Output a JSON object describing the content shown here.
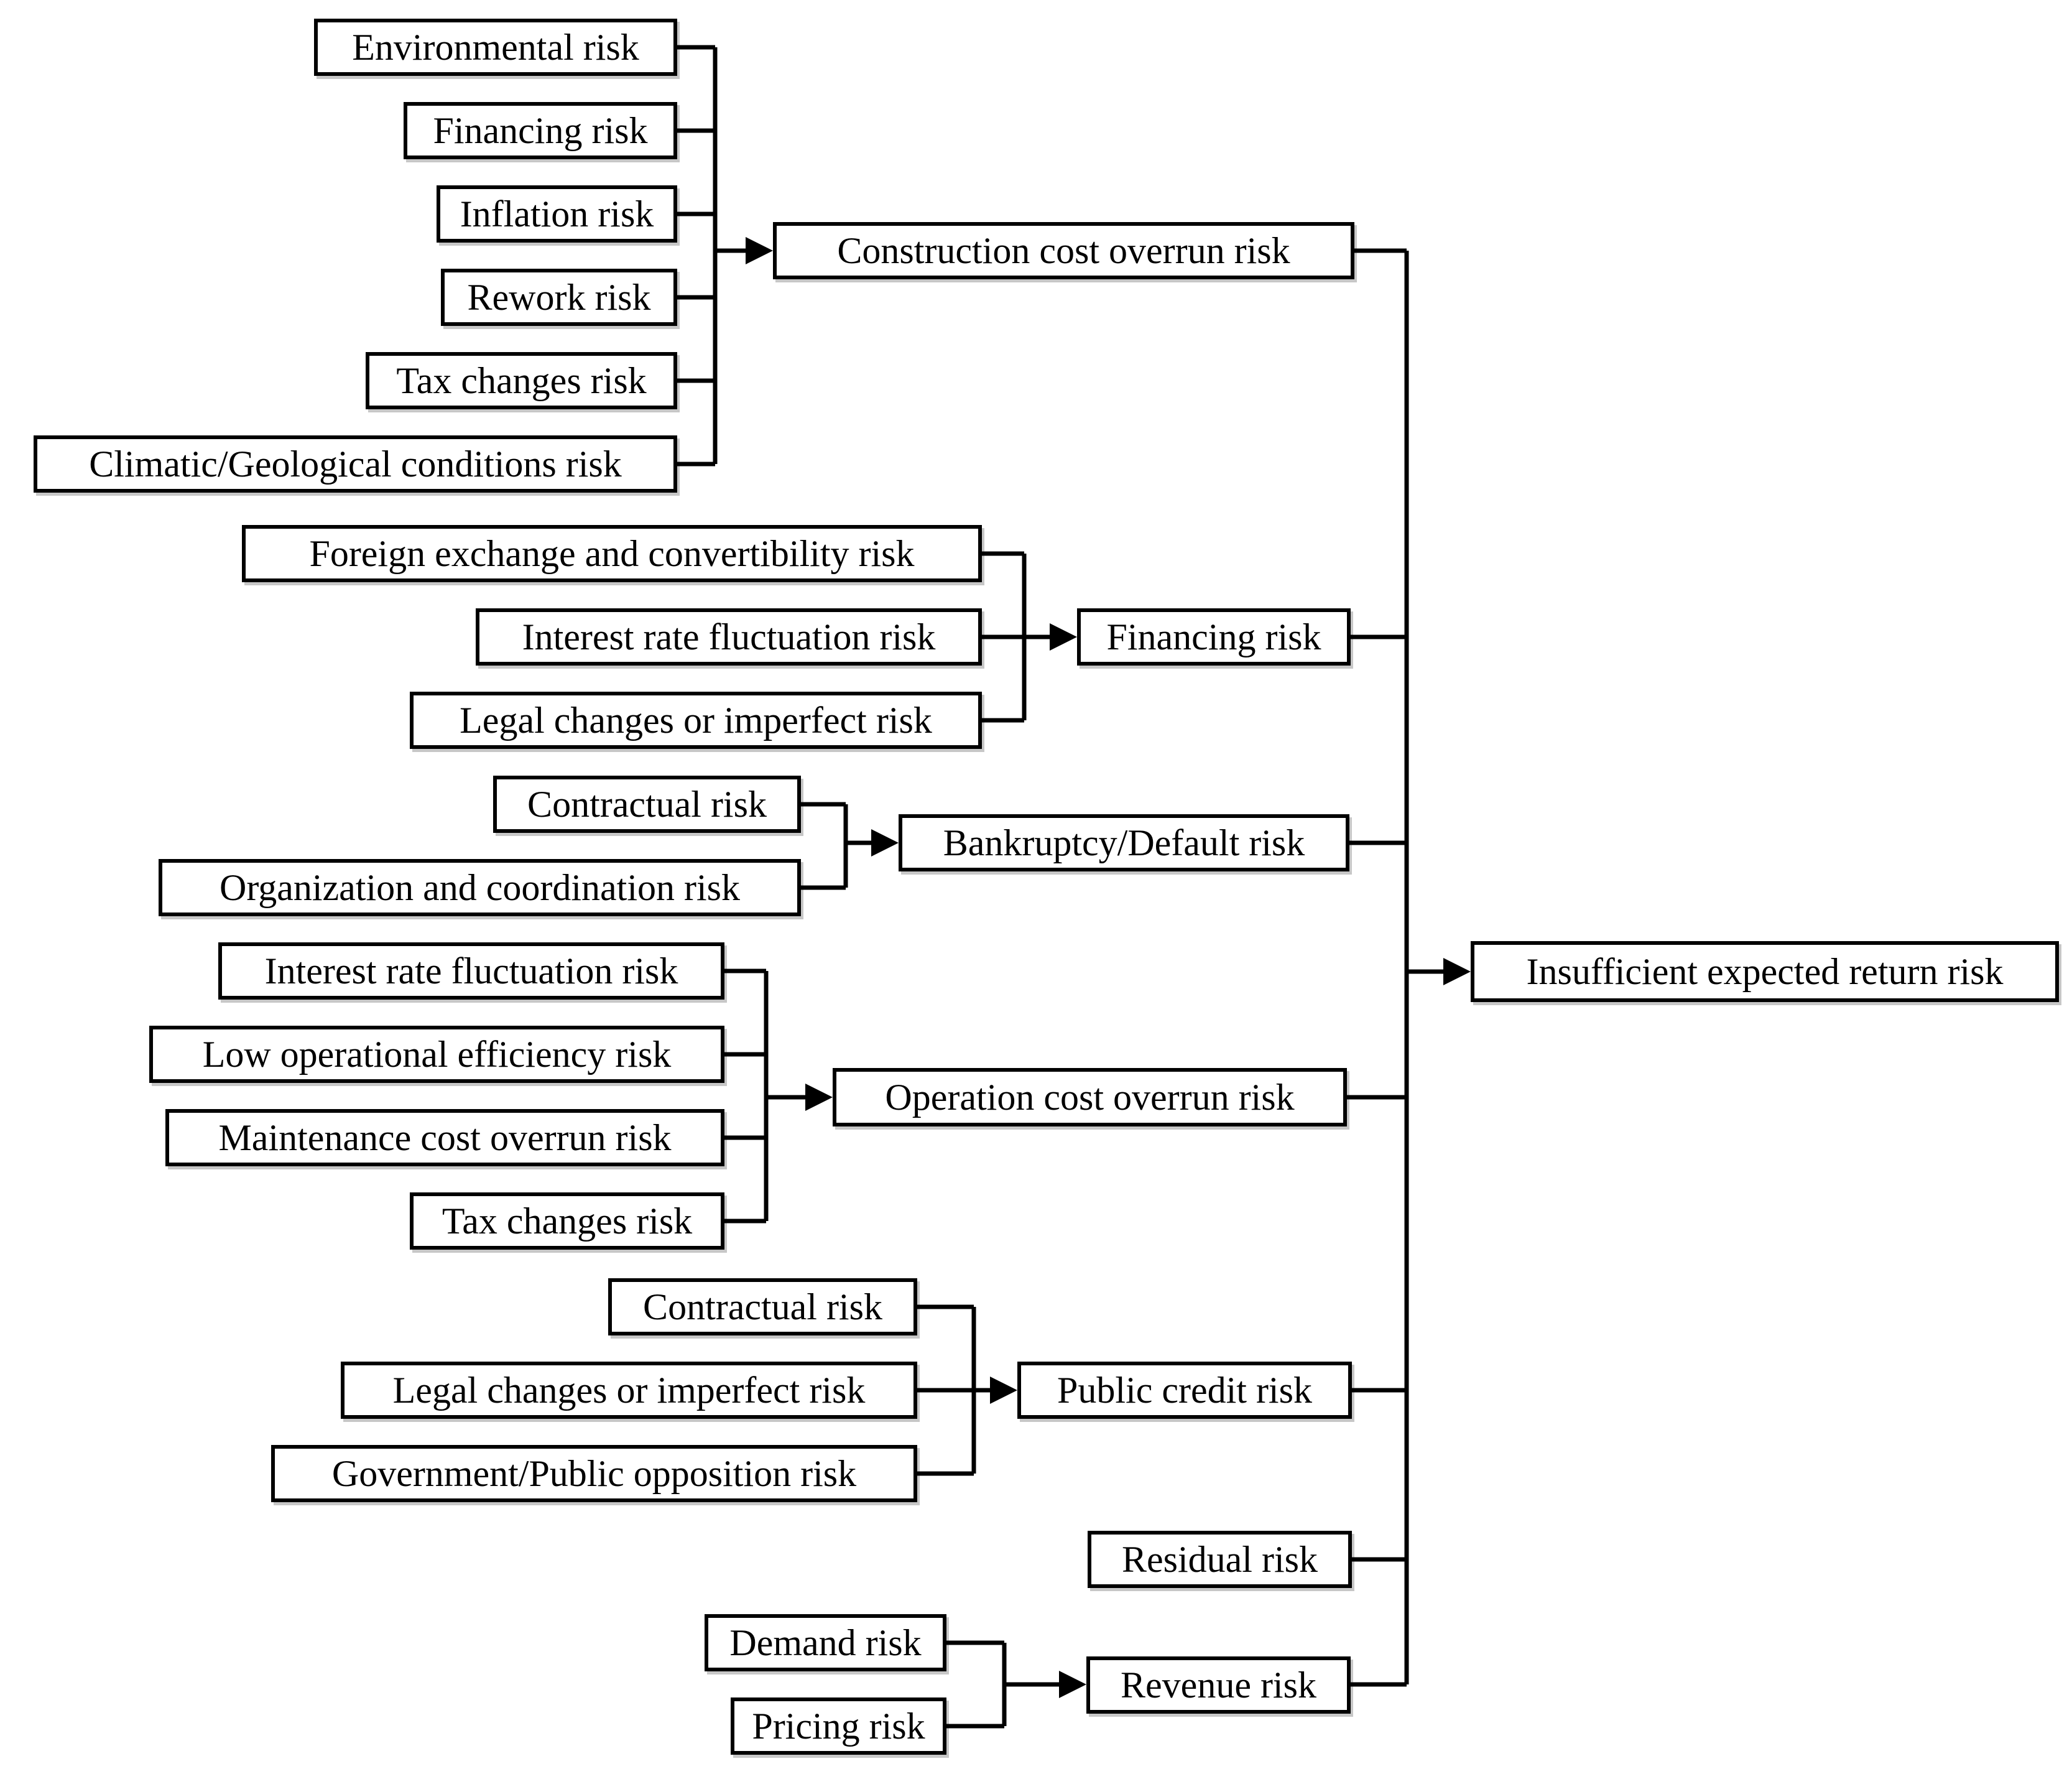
{
  "figure": {
    "type": "hierarchy-diagram",
    "description": "Risk factor hierarchy flowing into insufficient expected return risk",
    "colors": {
      "background": "#ffffff",
      "box_fill": "#ffffff",
      "box_border": "#000000",
      "line": "#000000",
      "text": "#000000"
    },
    "root": {
      "label": "Insufficient expected return risk"
    },
    "branches": [
      {
        "parent": {
          "label": "Construction cost overrun risk"
        },
        "children": [
          {
            "label": "Environmental risk"
          },
          {
            "label": "Financing risk"
          },
          {
            "label": "Inflation risk"
          },
          {
            "label": "Rework risk"
          },
          {
            "label": "Tax changes risk"
          },
          {
            "label": "Climatic/Geological conditions risk"
          }
        ]
      },
      {
        "parent": {
          "label": "Financing risk"
        },
        "children": [
          {
            "label": "Foreign exchange and convertibility risk"
          },
          {
            "label": "Interest rate fluctuation risk"
          },
          {
            "label": "Legal changes or imperfect risk"
          }
        ]
      },
      {
        "parent": {
          "label": "Bankruptcy/Default risk"
        },
        "children": [
          {
            "label": "Contractual risk"
          },
          {
            "label": "Organization and coordination risk"
          }
        ]
      },
      {
        "parent": {
          "label": "Operation cost overrun risk"
        },
        "children": [
          {
            "label": "Interest rate fluctuation risk"
          },
          {
            "label": "Low operational efficiency risk"
          },
          {
            "label": "Maintenance cost overrun risk"
          },
          {
            "label": "Tax changes risk"
          }
        ]
      },
      {
        "parent": {
          "label": "Public credit risk"
        },
        "children": [
          {
            "label": "Contractual risk"
          },
          {
            "label": "Legal changes or imperfect risk"
          },
          {
            "label": "Government/Public opposition risk"
          }
        ]
      },
      {
        "parent": {
          "label": "Residual risk"
        },
        "children": []
      },
      {
        "parent": {
          "label": "Revenue risk"
        },
        "children": [
          {
            "label": "Demand risk"
          },
          {
            "label": "Pricing risk"
          }
        ]
      }
    ]
  }
}
